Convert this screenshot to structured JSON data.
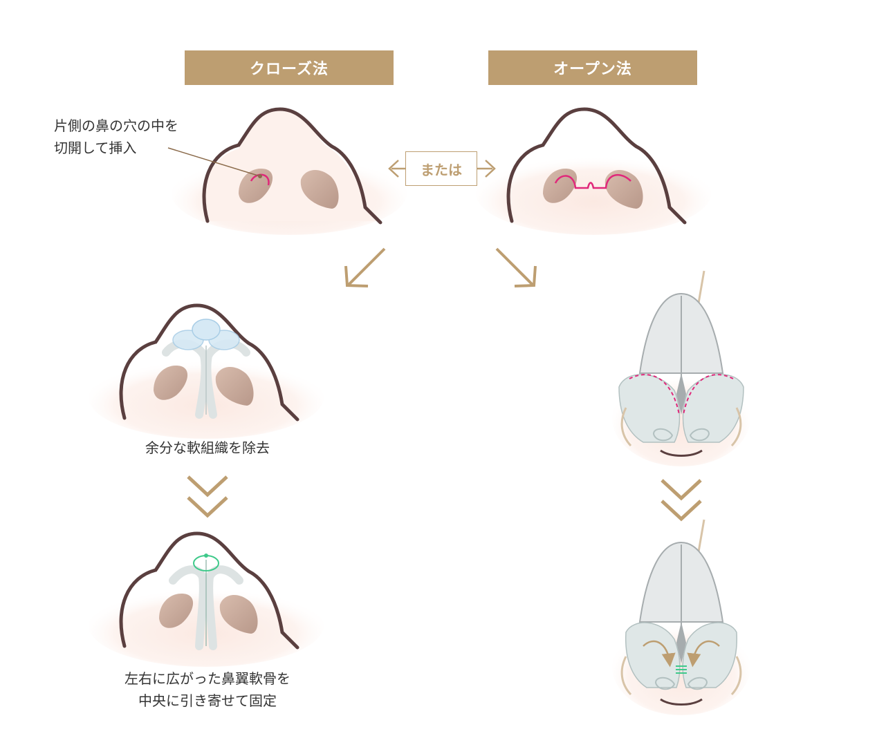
{
  "headers": {
    "closed": "クローズ法",
    "open": "オープン法"
  },
  "connector": {
    "or_label": "または"
  },
  "captions": {
    "incision_line1": "片側の鼻の穴の中を",
    "incision_line2": "切開して挿入",
    "remove": "余分な軟組織を除去",
    "fix_line1": "左右に広がった鼻翼軟骨を",
    "fix_line2": "中央に引き寄せて固定"
  },
  "colors": {
    "accent": "#bd9e71",
    "outline": "#5a3f3f",
    "incision": "#e0287a",
    "suture": "#3ec98a",
    "nostril": "#c9a896",
    "cartilage": "#dde3e3"
  }
}
